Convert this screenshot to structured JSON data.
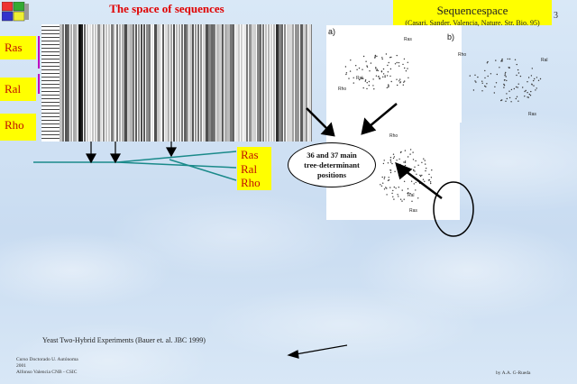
{
  "slide": {
    "title": "The space of sequences",
    "sequence_space_box": {
      "title": "Sequencespace",
      "citation": "(Casari, Sander, Valencia, Nature. Str. Bio. 95)"
    },
    "corner_number": "3",
    "families_left": [
      "Ras",
      "Ral",
      "Rho"
    ],
    "families_right": [
      "Ras",
      "Ral",
      "Rho"
    ],
    "panel_a_tag": "a)",
    "panel_b_tag": "b)",
    "panel_c_tag": "",
    "panel_labels": {
      "a_top": "Ras",
      "a_mid": "Ral",
      "a_bottom": "Rho",
      "b_top": "Rho",
      "b_mid": "Ral",
      "b_bottom": "Ras",
      "c_top": "Rho",
      "c_mid": "Ral",
      "c_bottom": "Ras"
    },
    "callout": {
      "line1": "36 and 37 main",
      "line2": "tree-determinant",
      "line3": "positions"
    },
    "yeast_text": "Yeast Two-Hybrid Experiments (Bauer et. al. JBC 1999)",
    "footer_left": [
      "Curso Doctorado U. Autónoma",
      "2001",
      "Alfonso Valencia CNB - CSIC"
    ],
    "footer_right": "by A.A. G-Rueda"
  },
  "colors": {
    "title": "#e00000",
    "highlight_box": "#ffff00",
    "family_text": "#c01000",
    "tree_line": "#1a8a8a",
    "background": "#d6e6f6"
  }
}
